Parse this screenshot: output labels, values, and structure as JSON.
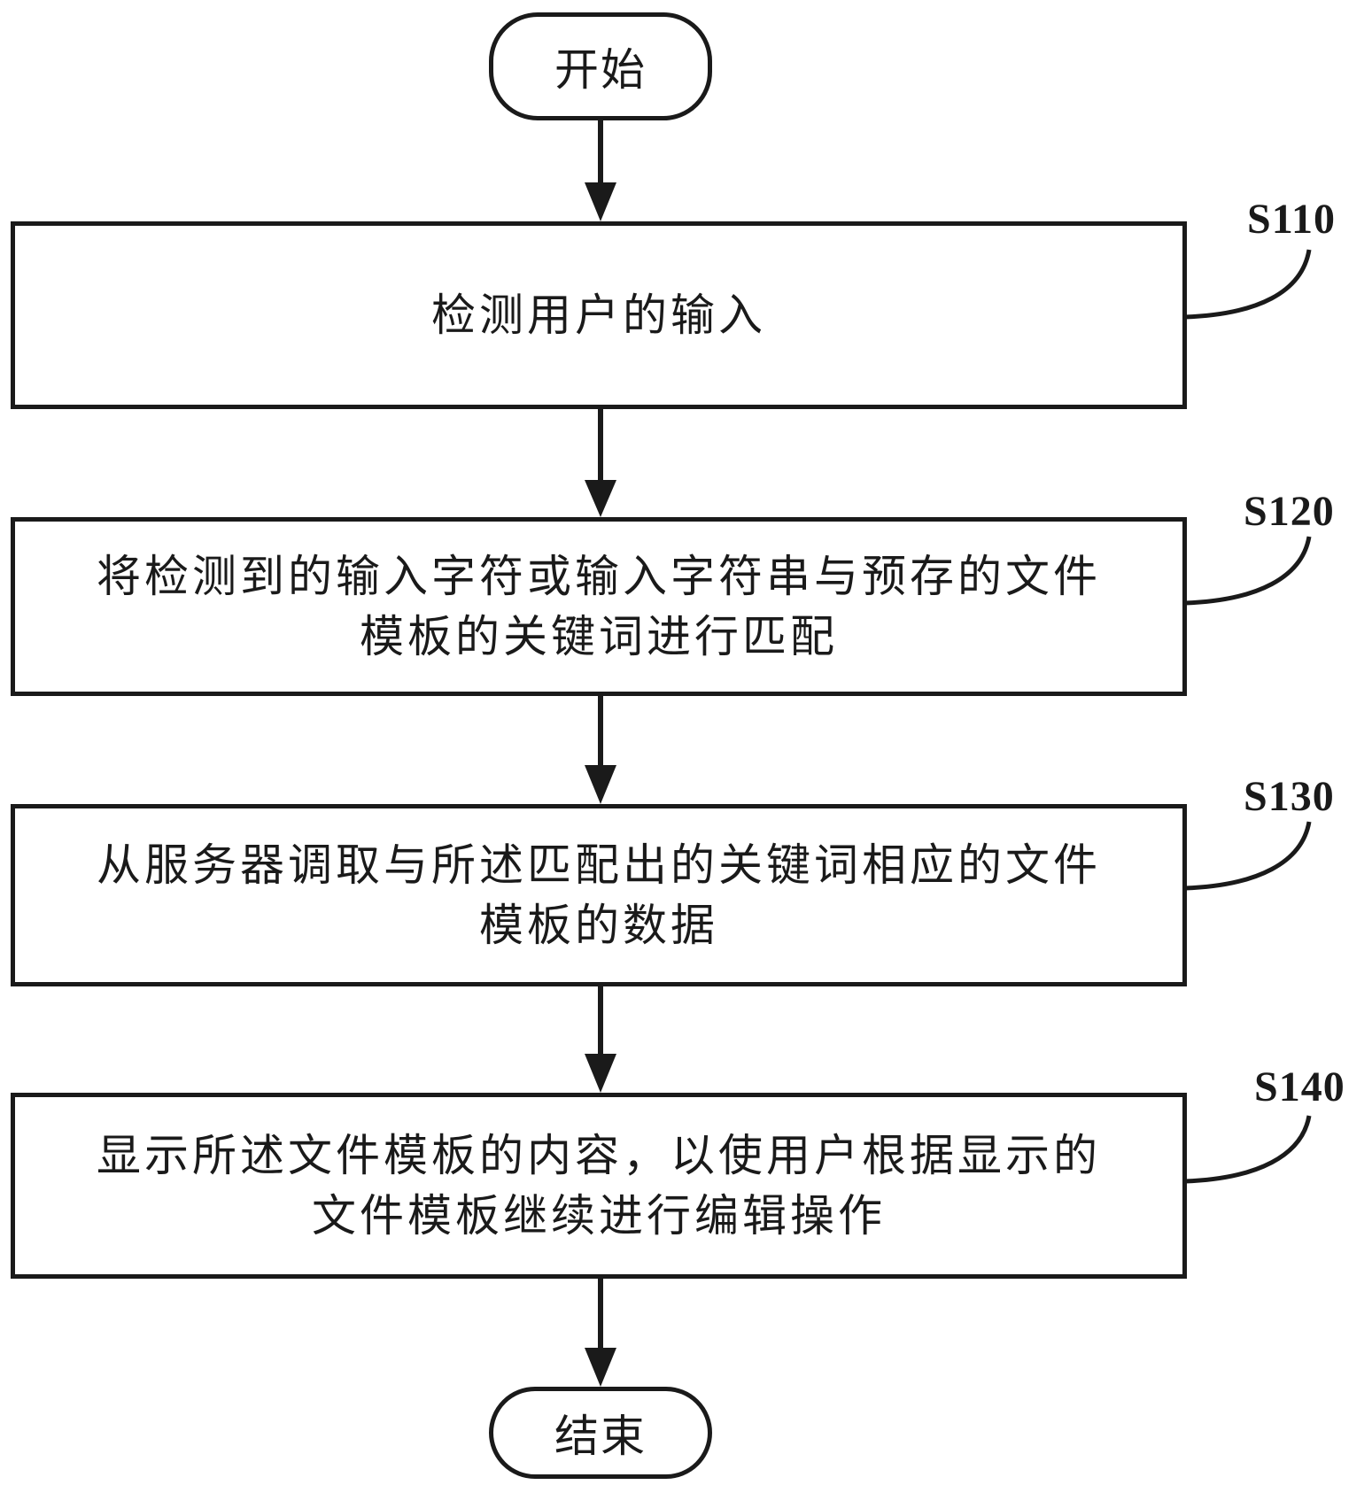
{
  "start": "开始",
  "end": "结束",
  "steps": [
    {
      "id": "S110",
      "lines": [
        "检测用户的输入"
      ]
    },
    {
      "id": "S120",
      "lines": [
        "将检测到的输入字符或输入字符串与预存的文件",
        "模板的关键词进行匹配"
      ]
    },
    {
      "id": "S130",
      "lines": [
        "从服务器调取与所述匹配出的关键词相应的文件",
        "模板的数据"
      ]
    },
    {
      "id": "S140",
      "lines": [
        "显示所述文件模板的内容，以使用户根据显示的",
        "文件模板继续进行编辑操作"
      ]
    }
  ]
}
